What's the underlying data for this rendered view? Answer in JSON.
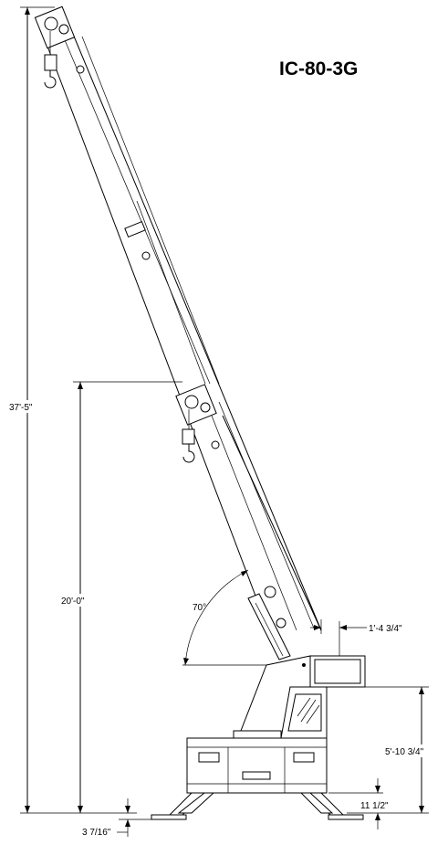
{
  "title": "IC-80-3G",
  "dimensions": {
    "overall_height": "37'-5\"",
    "pivot_height": "20'-0\"",
    "boom_angle": "70°",
    "rear_overhang": "1'-4 3/4\"",
    "body_height": "5'-10 3/4\"",
    "ground_clearance": "11 1/2\"",
    "pad_offset": "3 7/16\""
  }
}
